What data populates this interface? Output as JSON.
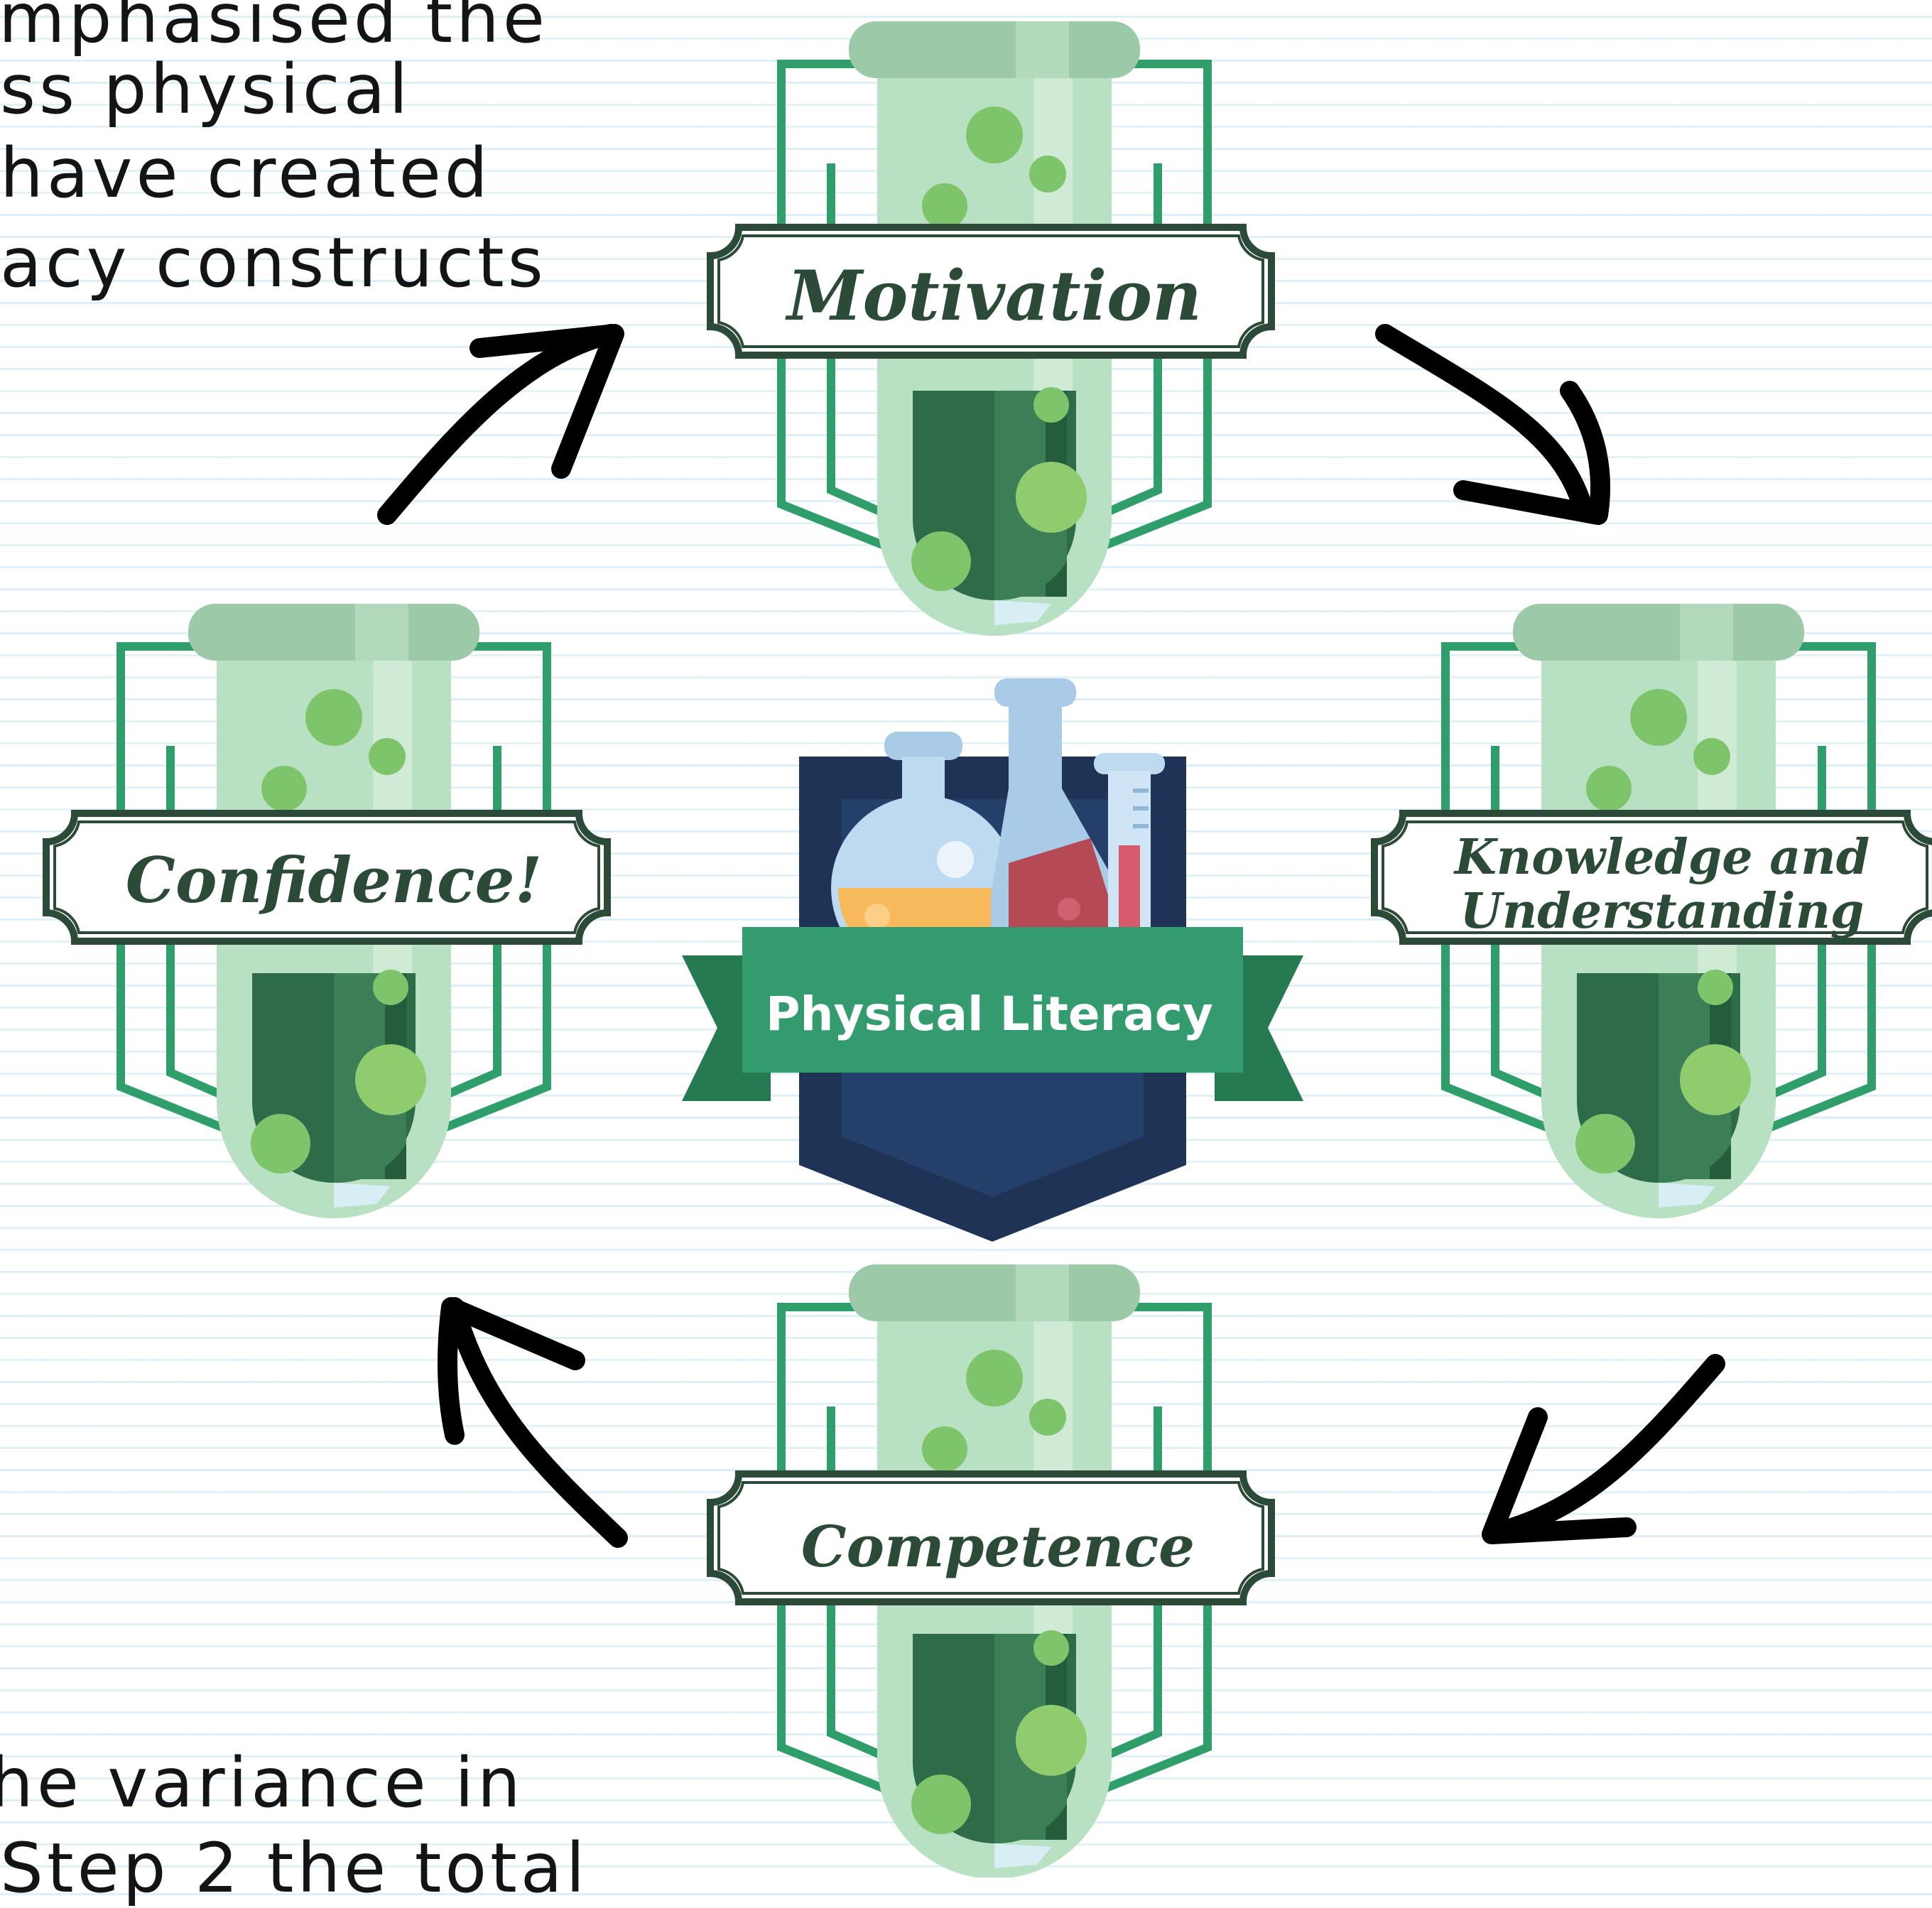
{
  "background_text": {
    "top_lines": [
      "mphasised the",
      "ss physical",
      "have created",
      "acy constructs"
    ],
    "bottom_lines": [
      "he variance in",
      "Step 2 the total"
    ]
  },
  "center": {
    "title": "Physical Literacy"
  },
  "nodes": {
    "top": "Motivation",
    "right_line1": "Knowledge and",
    "right_line2": "Understanding",
    "bottom": "Competence",
    "left": "Confidence!"
  },
  "colors": {
    "tube_light": "#b8e0c2",
    "tube_cap": "#9ccaa8",
    "liquid_dark": "#2e6b48",
    "liquid_bubble": "#7ec46b",
    "frame_green": "#2f9e6a",
    "label_border": "#2b4b38",
    "shield_navy": "#1f3356",
    "ribbon_green": "#349b6e",
    "ribbon_dark": "#267a52",
    "arrow": "#000000"
  },
  "icons": [
    "test-tube-icon",
    "flask-icon",
    "shield-icon",
    "arrow-icon"
  ]
}
